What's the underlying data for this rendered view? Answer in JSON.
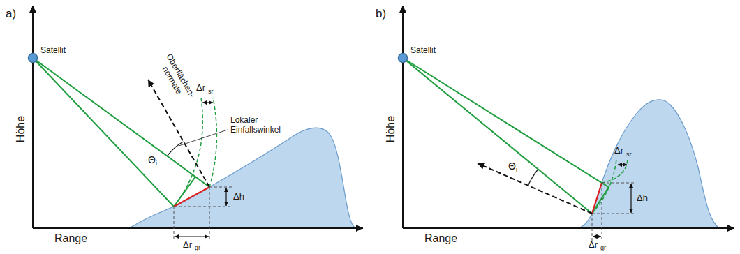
{
  "diagram": {
    "labels": [
      "a)",
      "Höhe",
      "Satellit",
      "Range",
      "Oberflächen- normale",
      "Lokaler Einfallswinkel",
      "Θ",
      "i",
      "Δr",
      "sr",
      "Δh",
      "Δr",
      "gr",
      "b)",
      "Höhe",
      "Satellit",
      "Range",
      "Θ",
      "i",
      "Δr",
      "sr",
      "Δh",
      "Δr",
      "gr"
    ]
  }
}
